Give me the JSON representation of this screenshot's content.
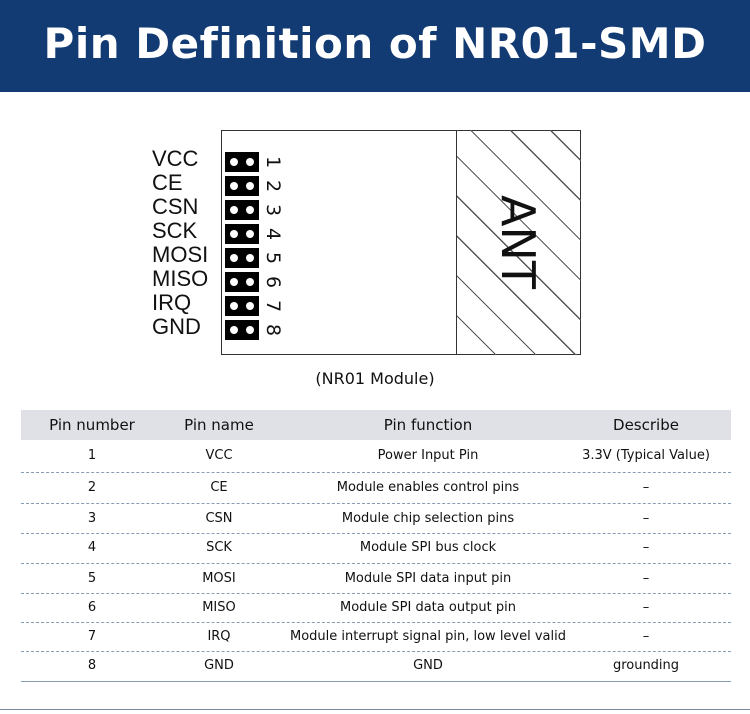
{
  "header": {
    "title": "Pin Definition of NR01-SMD"
  },
  "diagram": {
    "antenna_label": "ANT",
    "caption": "(NR01 Module)",
    "pins": [
      {
        "name": "VCC",
        "number": "1"
      },
      {
        "name": "CE",
        "number": "2"
      },
      {
        "name": "CSN",
        "number": "3"
      },
      {
        "name": "SCK",
        "number": "4"
      },
      {
        "name": "MOSI",
        "number": "5"
      },
      {
        "name": "MISO",
        "number": "6"
      },
      {
        "name": "IRQ",
        "number": "7"
      },
      {
        "name": "GND",
        "number": "8"
      }
    ]
  },
  "table": {
    "headers": [
      "Pin number",
      "Pin name",
      "Pin function",
      "Describe"
    ],
    "rows": [
      [
        "1",
        "VCC",
        "Power Input Pin",
        "3.3V (Typical Value)"
      ],
      [
        "2",
        "CE",
        "Module enables control pins",
        "–"
      ],
      [
        "3",
        "CSN",
        "Module chip selection pins",
        "–"
      ],
      [
        "4",
        "SCK",
        "Module SPI bus clock",
        "–"
      ],
      [
        "5",
        "MOSI",
        "Module SPI data input pin",
        "–"
      ],
      [
        "6",
        "MISO",
        "Module SPI data output pin",
        "–"
      ],
      [
        "7",
        "IRQ",
        "Module interrupt signal pin, low level valid",
        "–"
      ],
      [
        "8",
        "GND",
        "GND",
        "grounding"
      ]
    ]
  },
  "colors": {
    "banner": "#123a73",
    "table_header": "#dfe1e6",
    "separator": "#8a9bb5"
  }
}
